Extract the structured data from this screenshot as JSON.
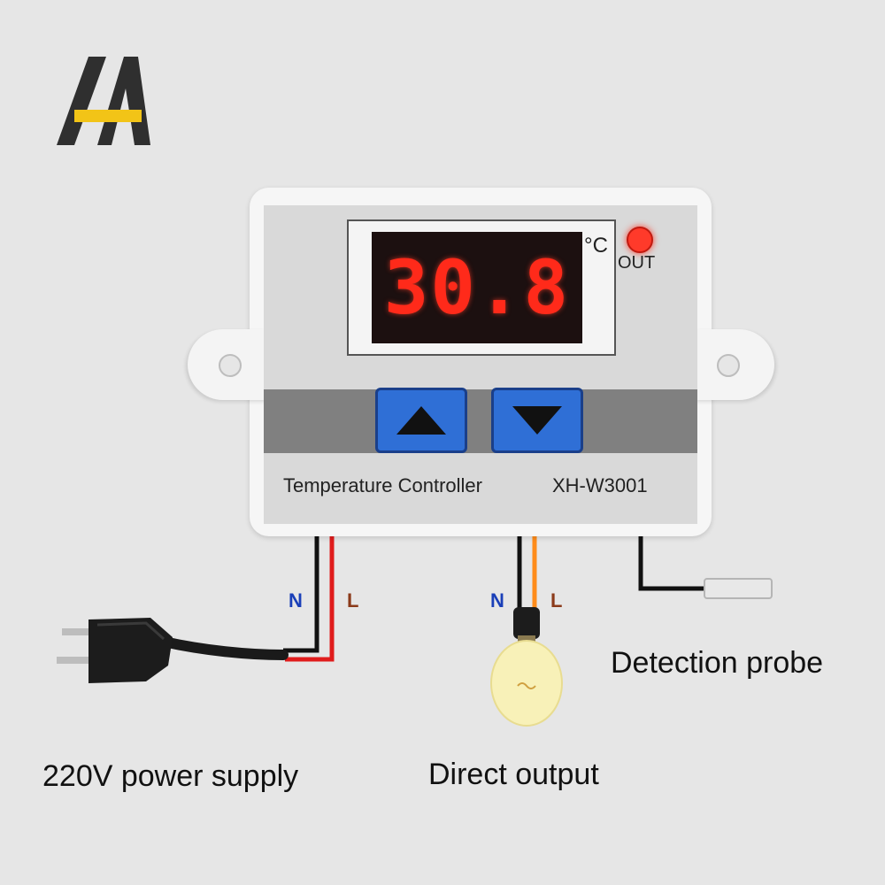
{
  "colors": {
    "background": "#e6e6e6",
    "logo_dark": "#2f2f2f",
    "logo_accent": "#f2c417",
    "housing": "#f6f6f6",
    "faceplate": "#d9d9d9",
    "band": "#808080",
    "display_bg": "#1c1010",
    "digit_red": "#ff2a1a",
    "button_blue": "#2f6fd6",
    "wire_black": "#111111",
    "wire_red": "#e01c1c",
    "wire_orange": "#ff8c1a",
    "label_blue": "#1a3fb8",
    "label_brown": "#8b3a1a"
  },
  "device": {
    "display_value": "30.8",
    "unit": "°C",
    "out_indicator_label": "OUT",
    "up_button_icon": "triangle-up-icon",
    "down_button_icon": "triangle-down-icon",
    "product_name": "Temperature Controller",
    "model": "XH-W3001"
  },
  "wiring": {
    "power_n_label": "N",
    "power_l_label": "L",
    "output_n_label": "N",
    "output_l_label": "L"
  },
  "captions": {
    "power": "220V power supply",
    "output": "Direct output",
    "probe": "Detection probe"
  }
}
